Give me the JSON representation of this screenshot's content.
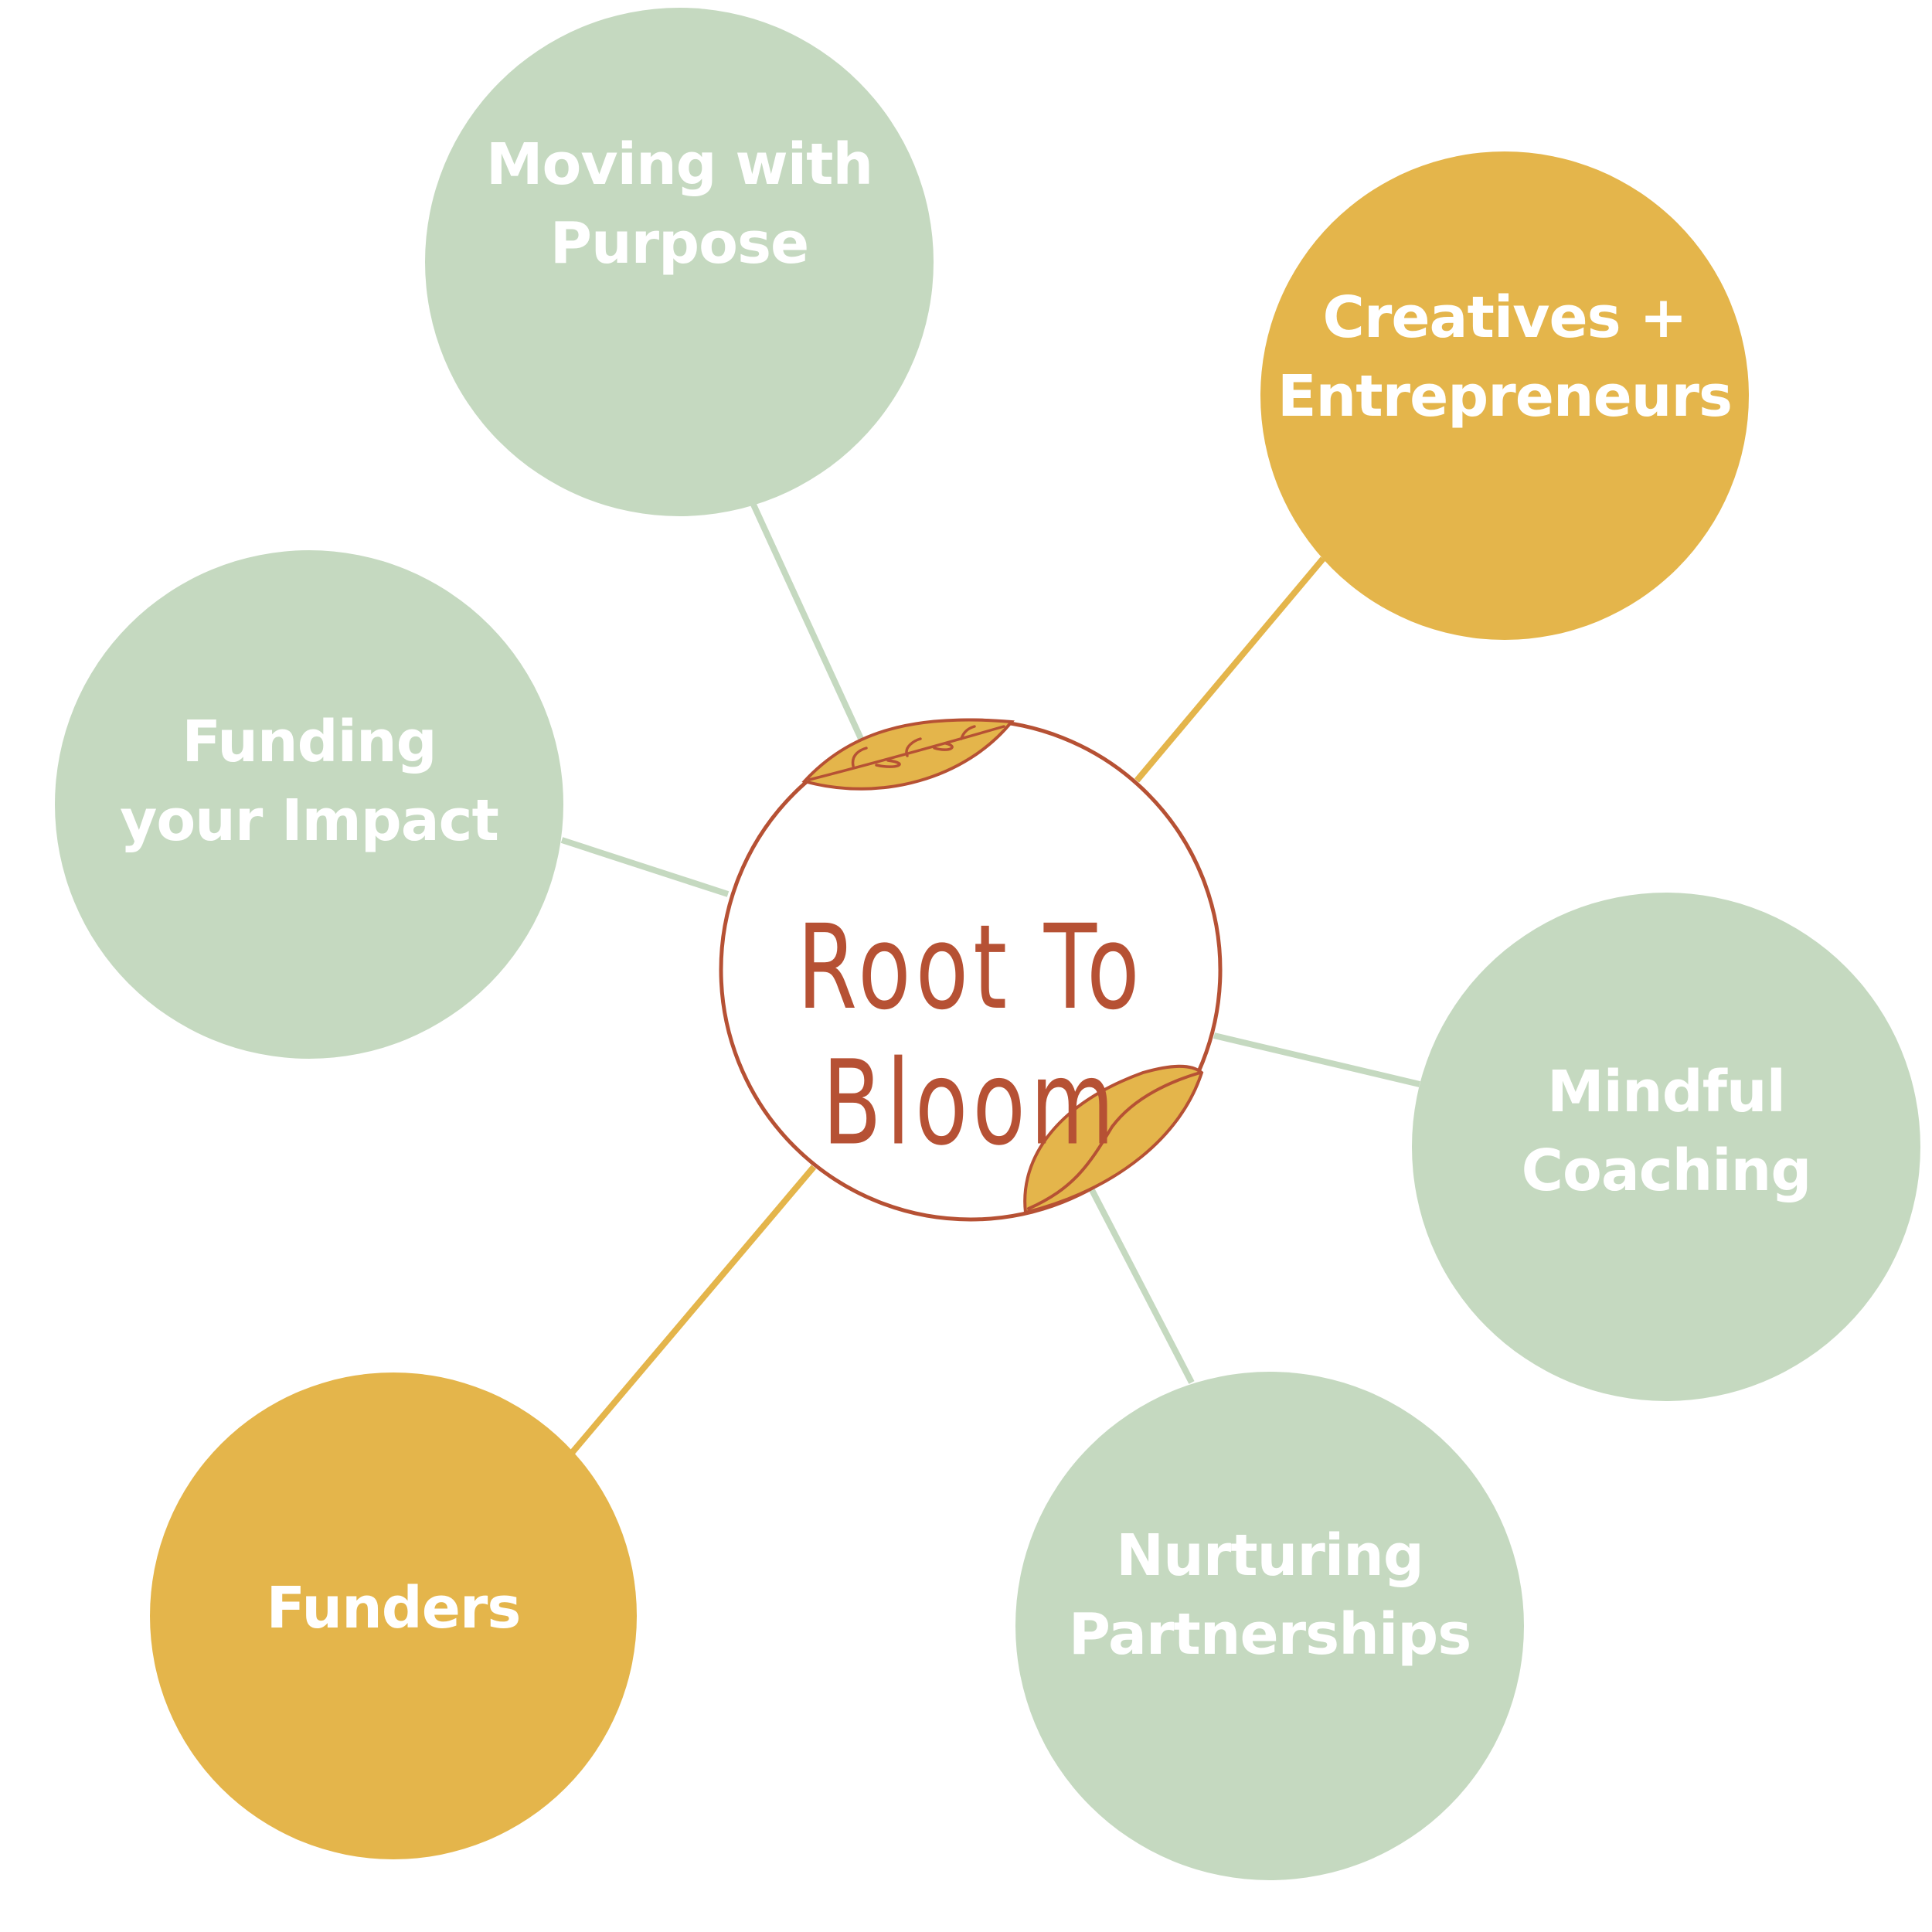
{
  "diagram": {
    "center": {
      "title": "Root To Bloom",
      "colors": {
        "outline": "#b65134",
        "leaf": "#e4b54b",
        "fill": "#ffffff"
      }
    },
    "nodes": [
      {
        "id": "moving",
        "label": "Moving with Purpose",
        "color": "#c5d9c0"
      },
      {
        "id": "creatives",
        "label": "Creatives + Entrepreneurs",
        "color": "#e4b54b"
      },
      {
        "id": "funding",
        "label": "Funding your Impact",
        "color": "#c5d9c0"
      },
      {
        "id": "mindful",
        "label": "Mindful Coaching",
        "color": "#c5d9c0"
      },
      {
        "id": "nurturing",
        "label": "Nurturing Partnerships",
        "color": "#c5d9c0"
      },
      {
        "id": "funders",
        "label": "Funders",
        "color": "#e4b54b"
      }
    ],
    "connector_colors": {
      "sage": "#c5d9c0",
      "mustard": "#e4b54b"
    }
  }
}
